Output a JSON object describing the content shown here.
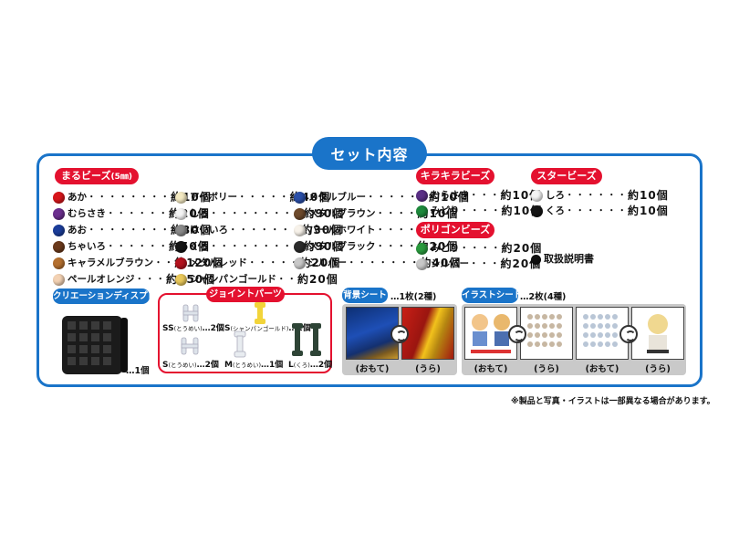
{
  "title": "セット内容",
  "maru": {
    "header": "まるビーズ",
    "header_size": "(5㎜)",
    "col1": [
      {
        "label": "あか",
        "leader": "・・・・・・・・",
        "qty": "約10個",
        "color": "#d8161b"
      },
      {
        "label": "むらさき",
        "leader": "・・・・・・",
        "qty": "約20個",
        "color": "#6c2f8f"
      },
      {
        "label": "あお",
        "leader": "・・・・・・・・",
        "qty": "約30個",
        "color": "#1b3d9a"
      },
      {
        "label": "ちゃいろ",
        "leader": "・・・・・・",
        "qty": "約50個",
        "color": "#6b3a1c"
      },
      {
        "label": "キャラメルブラウン",
        "leader": "・・",
        "qty": "約120個",
        "color": "#b5702f"
      },
      {
        "label": "ペールオレンジ",
        "leader": "・・・",
        "qty": "約150個",
        "color": "#f3d2b4"
      }
    ],
    "col2": [
      {
        "label": "アイボリー",
        "leader": "・・・・・",
        "qty": "約40個",
        "color": "#f3e9c2"
      },
      {
        "label": "しろ",
        "leader": "・・・・・・・・・",
        "qty": "約90個",
        "color": "#f4f4f4"
      },
      {
        "label": "はいいろ",
        "leader": "・・・・・・・",
        "qty": "約30個",
        "color": "#8a8a8a"
      },
      {
        "label": "くろ",
        "leader": "・・・・・・・・・",
        "qty": "約90個",
        "color": "#151515"
      },
      {
        "label": "メタルレッド",
        "leader": "・・・・・",
        "qty": "約20個",
        "color": "#b3121e"
      },
      {
        "label": "シャンパンゴールド",
        "leader": "・・",
        "qty": "約20個",
        "color": "#e9c85a"
      }
    ],
    "col3": [
      {
        "label": "メタルブルー",
        "leader": "・・・・・・",
        "qty": "約10個",
        "color": "#2a4fa8"
      },
      {
        "label": "メタルブラウン",
        "leader": "・・・・",
        "qty": "約10個",
        "color": "#6e4a2c"
      },
      {
        "label": "パールホワイト",
        "leader": "・・・・",
        "qty": "約70個",
        "color": "#f7f2ea"
      },
      {
        "label": "メタルブラック",
        "leader": "・・・・",
        "qty": "約20個",
        "color": "#2b2b2b"
      },
      {
        "label": "シルバー",
        "leader": "・・・・・・・",
        "qty": "約40個",
        "color": "#c8c8c8"
      }
    ]
  },
  "kirakira": {
    "header": "キラキラビーズ",
    "items": [
      {
        "label": "むらさき",
        "leader": "・・・",
        "qty": "約10個",
        "color": "#5a2f86"
      },
      {
        "label": "みどり",
        "leader": "・・・・",
        "qty": "約10個",
        "color": "#1e8a3c"
      }
    ]
  },
  "polygon": {
    "header": "ポリゴンビーズ",
    "items": [
      {
        "label": "みどり",
        "leader": "・・・・",
        "qty": "約20個",
        "color": "#2a9a3e"
      },
      {
        "label": "シルバー",
        "leader": "・・・",
        "qty": "約20個",
        "color": "#c8c8c8"
      }
    ]
  },
  "star": {
    "header": "スタービーズ",
    "items": [
      {
        "label": "しろ",
        "leader": "・・・・・・",
        "qty": "約10個",
        "color": "#f4f4f4"
      },
      {
        "label": "くろ",
        "leader": "・・・・・・",
        "qty": "約10個",
        "color": "#151515"
      }
    ]
  },
  "manual": "取扱説明書",
  "creation": {
    "header": "クリエーションディスプレイ",
    "qty": "…1個"
  },
  "joint": {
    "header": "ジョイントパーツ",
    "ss": "SS",
    "ss_sub": "(とうめい)",
    "ss_qty": "…2個",
    "s1": "S",
    "s1_sub": "(シャンパンゴールド)",
    "s1_qty": "…1個",
    "s2": "S",
    "s2_sub": "(とうめい)",
    "s2_qty": "…2個",
    "m": "M",
    "m_sub": "(とうめい)",
    "m_qty": "…1個",
    "l": "L",
    "l_sub": "(くろ)",
    "l_qty": "…2個"
  },
  "haikei": {
    "header": "背景シート",
    "qty": "…1枚(2種)",
    "front": "(おもて)",
    "back": "(うら)"
  },
  "illust": {
    "header": "イラストシート",
    "qty": "…2枚(4種)",
    "front1": "(おもて)",
    "back1": "(うら)",
    "front2": "(おもて)",
    "back2": "(うら)"
  },
  "note": "※製品と写真・イラストは一部異なる場合があります。"
}
